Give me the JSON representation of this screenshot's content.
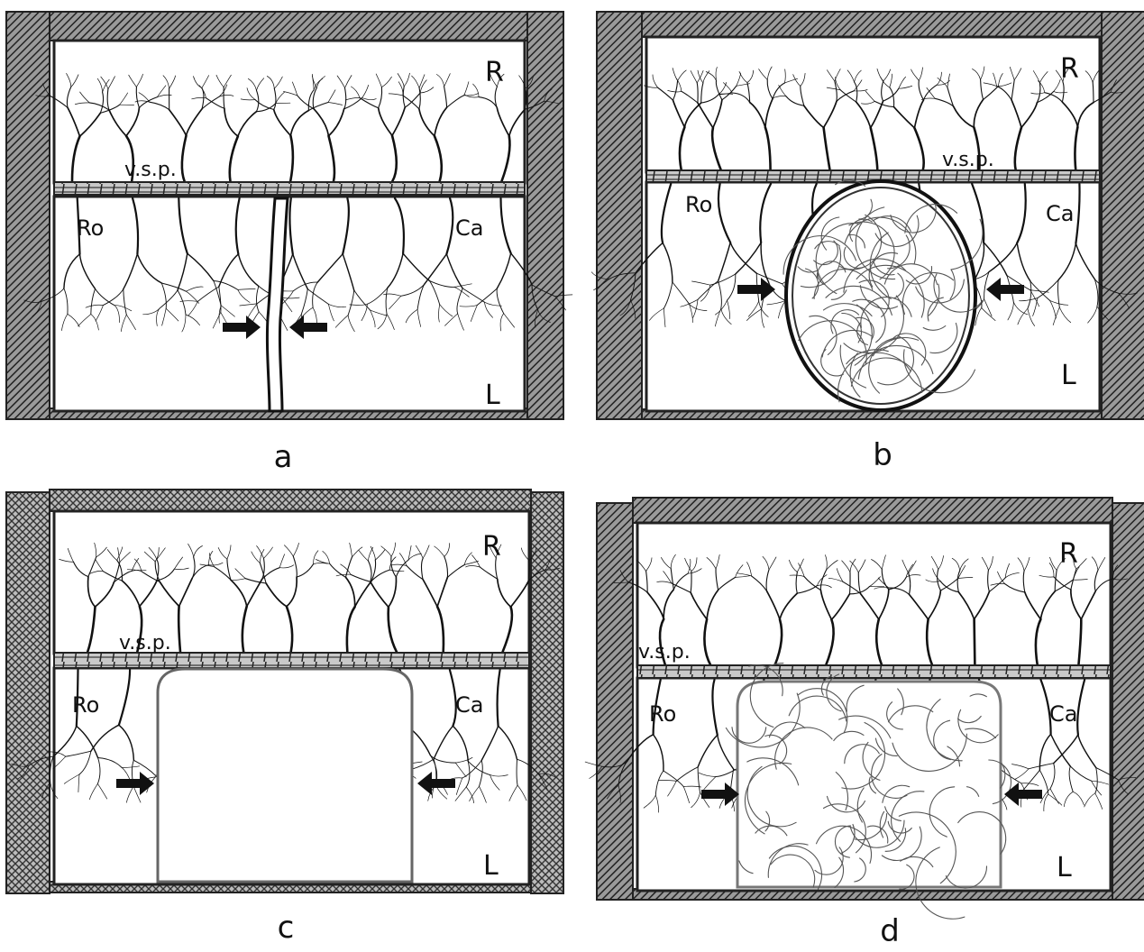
{
  "labels": {
    "right": "R",
    "left": "L",
    "rostral": "Ro",
    "caudal": "Ca",
    "vsp": "v.s.p."
  },
  "panels": [
    {
      "id": "a",
      "caption": "a",
      "defect": "slit"
    },
    {
      "id": "b",
      "caption": "b",
      "defect": "ellipse-filled"
    },
    {
      "id": "c",
      "caption": "c",
      "defect": "rectangle-empty"
    },
    {
      "id": "d",
      "caption": "d",
      "defect": "rectangle-filled"
    }
  ],
  "colors": {
    "ink": "#111111",
    "frame": "#3a3a3a",
    "fiber": "#555555",
    "paper": "#ffffff"
  }
}
